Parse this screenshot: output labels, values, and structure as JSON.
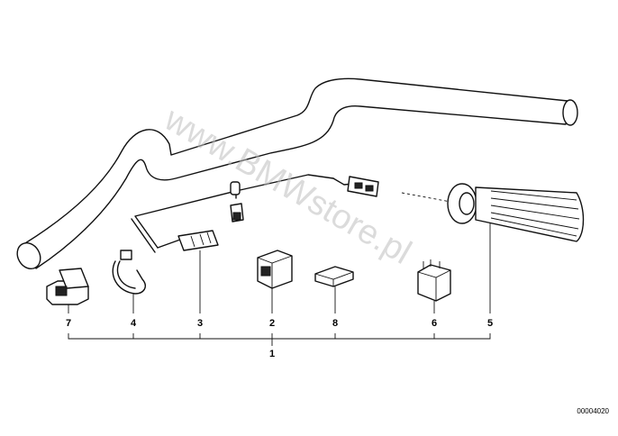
{
  "diagram": {
    "callouts": {
      "part_7": "7",
      "part_4": "4",
      "part_3": "3",
      "part_2": "2",
      "part_8": "8",
      "part_6": "6",
      "part_5": "5",
      "assembly_1": "1"
    },
    "reference_number": "00004020",
    "watermark": "www.BMWstore.pl"
  }
}
